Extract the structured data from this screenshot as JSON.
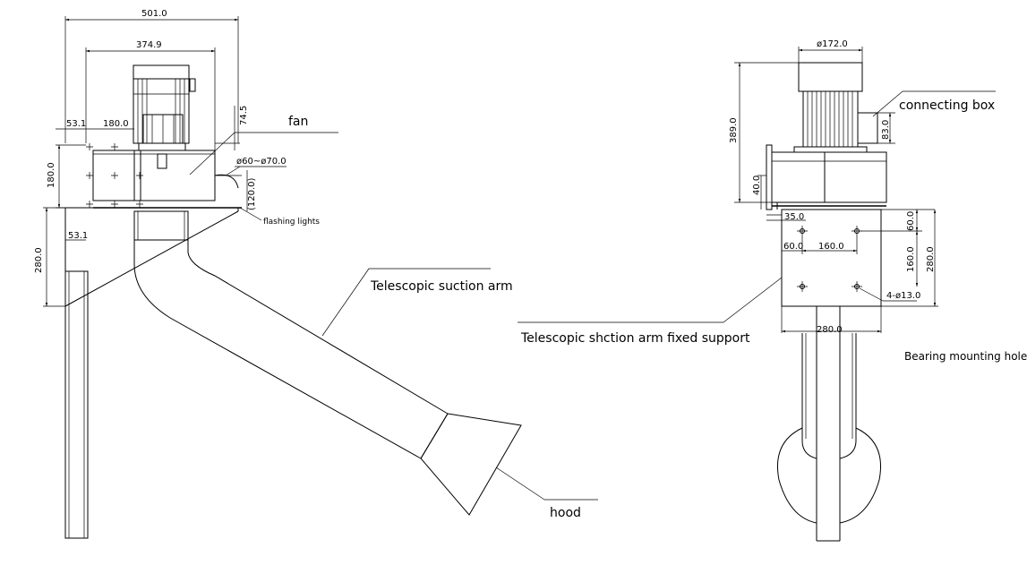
{
  "side_view": {
    "dimensions": {
      "overall_width": "501.0",
      "motor_width": "374.9",
      "offset_top": "53.1",
      "fan_length": "180.0",
      "fan_height_right": "74.5",
      "body_height": "180.0",
      "bracket_offset": "53.1",
      "bracket_height": "280.0",
      "duct_diameter": "ø60~ø70.0",
      "duct_length": "(120.0)"
    },
    "callouts": {
      "fan": "fan",
      "flashing_lights": "flashing lights",
      "telescopic_arm": "Telescopic suction arm",
      "hood": "hood"
    }
  },
  "front_view": {
    "dimensions": {
      "motor_diameter": "ø172.0",
      "total_height": "389.0",
      "box_height": "83.0",
      "base_offset": "40.0",
      "edge_offset": "35.0",
      "hole_offset_left": "60.0",
      "hole_spacing_x": "160.0",
      "hole_offset_top": "60.0",
      "hole_spacing_y": "160.0",
      "plate_height": "280.0",
      "holes": "4-ø13.0",
      "plate_width": "280.0"
    },
    "callouts": {
      "connecting_box": "connecting box",
      "fixed_support": "Telescopic shction arm fixed support",
      "bearing_hole": "Bearing mounting hole"
    }
  }
}
